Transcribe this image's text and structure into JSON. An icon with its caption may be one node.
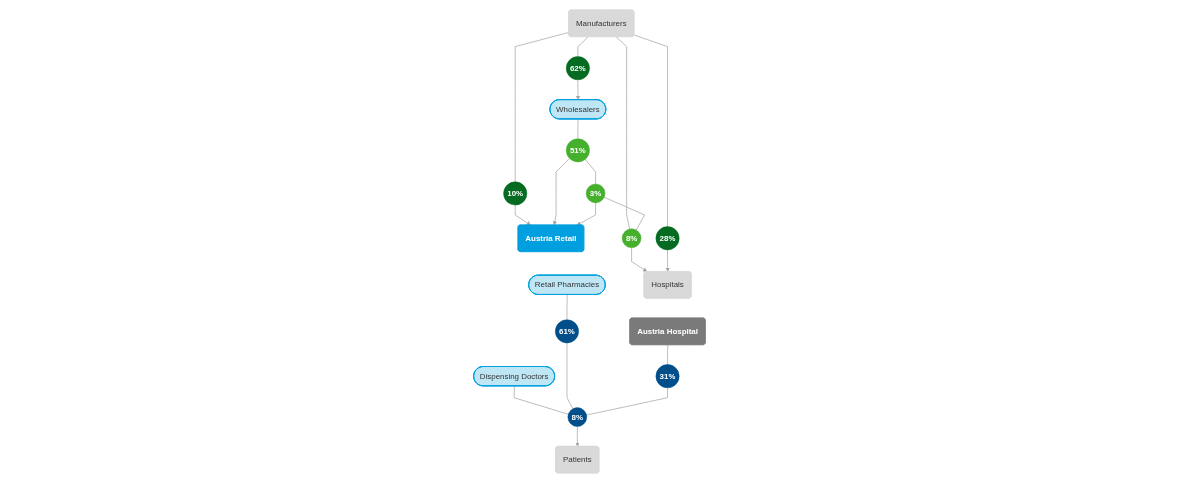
{
  "diagram": {
    "nodes": [
      {
        "text": [
          "Manufacturers"
        ]
      },
      {
        "text": [
          "62%"
        ]
      },
      {
        "text": [
          "Wholesalers"
        ]
      },
      {
        "text": [
          "10%"
        ]
      },
      {
        "text": [
          "28%"
        ]
      },
      {
        "text": [
          "51%"
        ]
      },
      {
        "text": [
          "3%"
        ]
      },
      {
        "text": [
          "8%"
        ]
      },
      {
        "text": [
          "Austria Retail"
        ]
      },
      {
        "text": [
          "Retail Pharmacies"
        ]
      },
      {
        "text": [
          "Dispensing Doctors"
        ]
      },
      {
        "text": [
          "Hospitals"
        ]
      },
      {
        "text": [
          "Austria Hospital"
        ]
      },
      {
        "text": [
          "61%"
        ]
      },
      {
        "text": [
          "8%"
        ]
      },
      {
        "text": [
          "31%"
        ]
      },
      {
        "text": [
          "Patients"
        ]
      }
    ],
    "edges": [
      {
        "from": 0,
        "to": 1,
        "arrow": "none"
      },
      {
        "from": 1,
        "to": 2,
        "arrow": "to"
      },
      {
        "from": 0,
        "to": 3,
        "arrow": "none"
      },
      {
        "from": 0,
        "to": 4,
        "arrow": "none"
      },
      {
        "from": 0,
        "to": 7,
        "arrow": "none"
      },
      {
        "from": 2,
        "to": 5,
        "arrow": "none"
      },
      {
        "from": 3,
        "to": 8,
        "arrow": "to"
      },
      {
        "from": 5,
        "to": 8,
        "arrow": "to"
      },
      {
        "from": 5,
        "to": 6,
        "arrow": "none"
      },
      {
        "from": 6,
        "to": 8,
        "arrow": "to"
      },
      {
        "from": 6,
        "to": 7,
        "arrow": "none"
      },
      {
        "from": 7,
        "to": 11,
        "arrow": "to"
      },
      {
        "from": 4,
        "to": 11,
        "arrow": "to"
      },
      {
        "from": 9,
        "to": 13,
        "arrow": "none"
      },
      {
        "from": 10,
        "to": 14,
        "arrow": "none"
      },
      {
        "from": 12,
        "to": 15,
        "arrow": "none"
      },
      {
        "from": 13,
        "to": 14,
        "arrow": "none"
      },
      {
        "from": 15,
        "to": 14,
        "arrow": "none"
      },
      {
        "from": 14,
        "to": 16,
        "arrow": "to"
      }
    ]
  }
}
